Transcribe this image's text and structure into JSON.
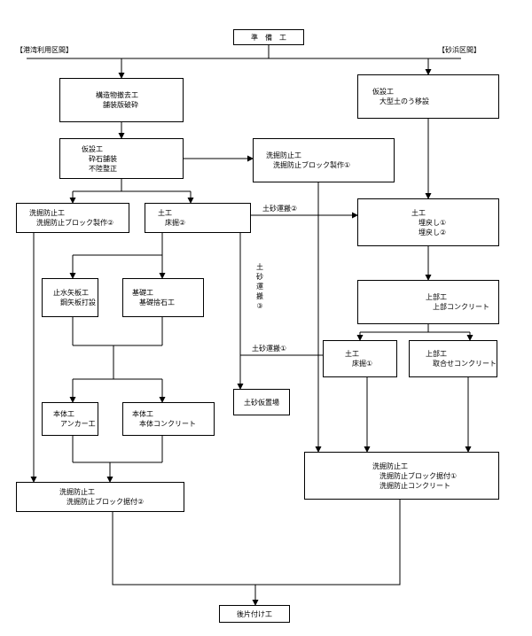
{
  "sections": {
    "left": "【港湾利用区間】",
    "right": "【砂浜区間】"
  },
  "boxes": {
    "prep": [
      "準　備　工"
    ],
    "removal": [
      "構造物撤去工",
      "舗装版破砕"
    ],
    "temp_left": [
      "仮設工",
      "砕石舗装",
      "不陸整正"
    ],
    "temp_right": [
      "仮設工",
      "大型土のう移設"
    ],
    "scour_make1": [
      "洗掘防止工",
      "洗掘防止ブロック製作①"
    ],
    "scour_make2": [
      "洗掘防止工",
      "洗掘防止ブロック製作②"
    ],
    "earth_dig2": [
      "土工",
      "床掘②"
    ],
    "earth_backfill": [
      "土工",
      "埋戻し①",
      "埋戻し②"
    ],
    "sheet_pile": [
      "止水矢板工",
      "鋼矢板打設"
    ],
    "foundation": [
      "基礎工",
      "基礎捨石工"
    ],
    "superstructure": [
      "上部工",
      "上部コンクリート"
    ],
    "earth_dig1": [
      "土工",
      "床掘①"
    ],
    "super_joint": [
      "上部工",
      "取合せコンクリート"
    ],
    "body_anchor": [
      "本体工",
      "アンカー工"
    ],
    "body_concrete": [
      "本体工",
      "本体コンクリート"
    ],
    "soil_storage": [
      "土砂仮置場"
    ],
    "scour_install1": [
      "洗掘防止工",
      "洗掘防止ブロック据付①",
      "洗掘防止コンクリート"
    ],
    "scour_install2": [
      "洗掘防止工",
      "洗掘防止ブロック据付②"
    ],
    "cleanup": [
      "後片付け工"
    ]
  },
  "labels": {
    "transport2": "土砂運搬②",
    "transport1": "土砂運搬①",
    "transport3_vertical": "土砂運搬③"
  }
}
